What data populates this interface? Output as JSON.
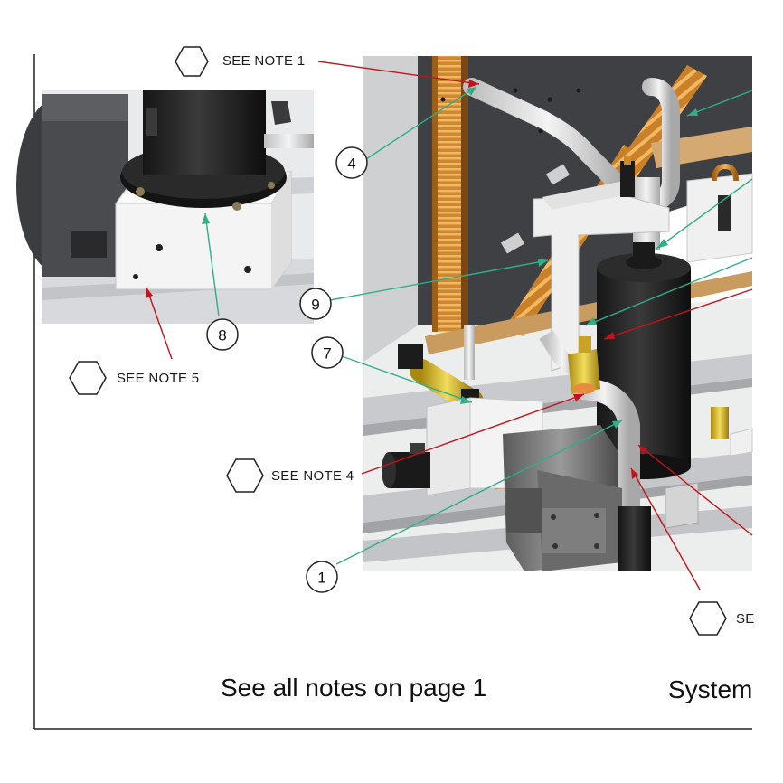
{
  "notes": {
    "note1": "SEE NOTE 1",
    "note4": "SEE NOTE 4",
    "note5": "SEE NOTE 5",
    "note_partial": "SE"
  },
  "callouts": [
    "1",
    "4",
    "7",
    "8",
    "9"
  ],
  "footer": {
    "left": "See all notes on page 1",
    "right": "System"
  },
  "colors": {
    "leader_green": "#2fae8a",
    "leader_red": "#c0141c",
    "frame": "#222222"
  }
}
